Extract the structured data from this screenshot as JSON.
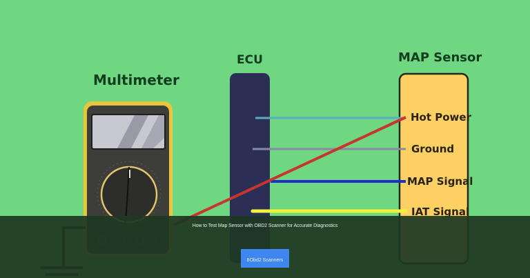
{
  "diagram": {
    "labels": {
      "multimeter": "Multimeter",
      "ecu": "ECU",
      "map_sensor": "MAP Sensor"
    },
    "pins": [
      {
        "label": "Hot Power",
        "wire_color": "#5aaec0"
      },
      {
        "label": "Ground",
        "wire_color": "#8a8aa8"
      },
      {
        "label": "MAP Signal",
        "wire_color": "#1c2fc8"
      },
      {
        "label": "IAT Signal",
        "wire_color": "#f2f23a"
      }
    ],
    "probe_wire_color": "#c8352c",
    "colors": {
      "background": "#6fd681",
      "ecu_body": "#2b2f55",
      "sensor_body": "#fdd063",
      "multimeter_frame": "#e8c53a",
      "multimeter_body": "#3d3d3a"
    }
  },
  "overlay": {
    "caption": "How to Test Map Sensor with OBD2 Scanner for Accurate Diagnostics",
    "category_button": "8Obd2 Scanners",
    "button_color": "#3e86f0"
  }
}
